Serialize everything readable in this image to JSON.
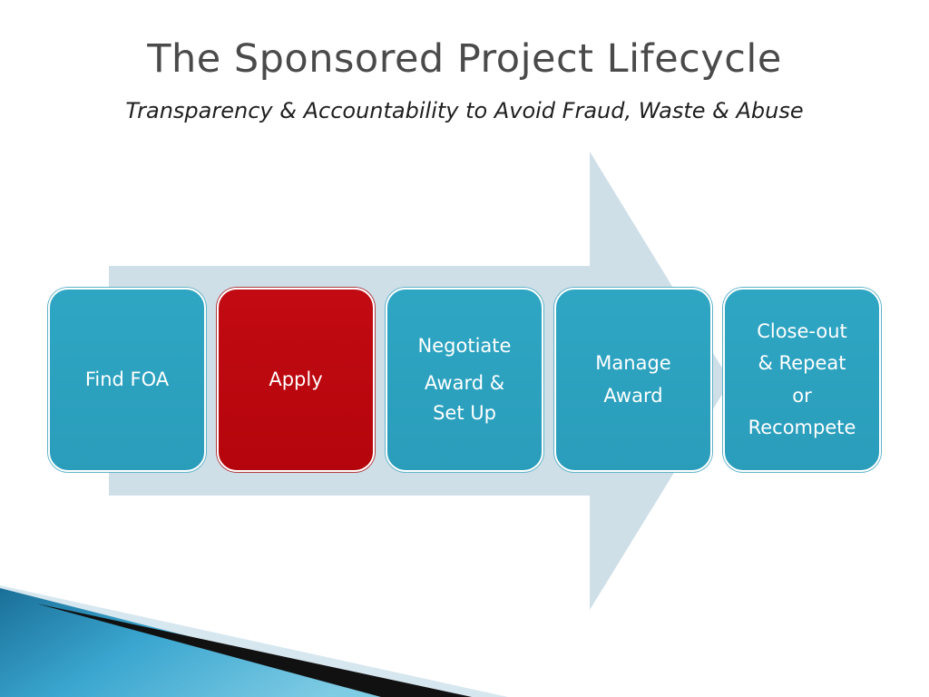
{
  "slide": {
    "title": "The Sponsored Project Lifecycle",
    "subtitle": "Transparency & Accountability to Avoid Fraud, Waste & Abuse"
  },
  "stages": [
    {
      "lines": [
        "Find FOA"
      ],
      "active": false
    },
    {
      "lines": [
        "Apply"
      ],
      "active": true
    },
    {
      "lines": [
        "Negotiate",
        "Award &",
        "Set Up"
      ],
      "active": false
    },
    {
      "lines": [
        "Manage",
        "Award"
      ],
      "active": false
    },
    {
      "lines": [
        "Close-out",
        "& Repeat",
        "or",
        "Recompete"
      ],
      "active": false
    }
  ],
  "colors": {
    "stage_fill": "#2ba1bf",
    "stage_active_fill": "#c00812",
    "arrow_fill": "#cfdfe8",
    "title_text": "#4a4a4a",
    "corner_blue": "#1f7fa8"
  }
}
